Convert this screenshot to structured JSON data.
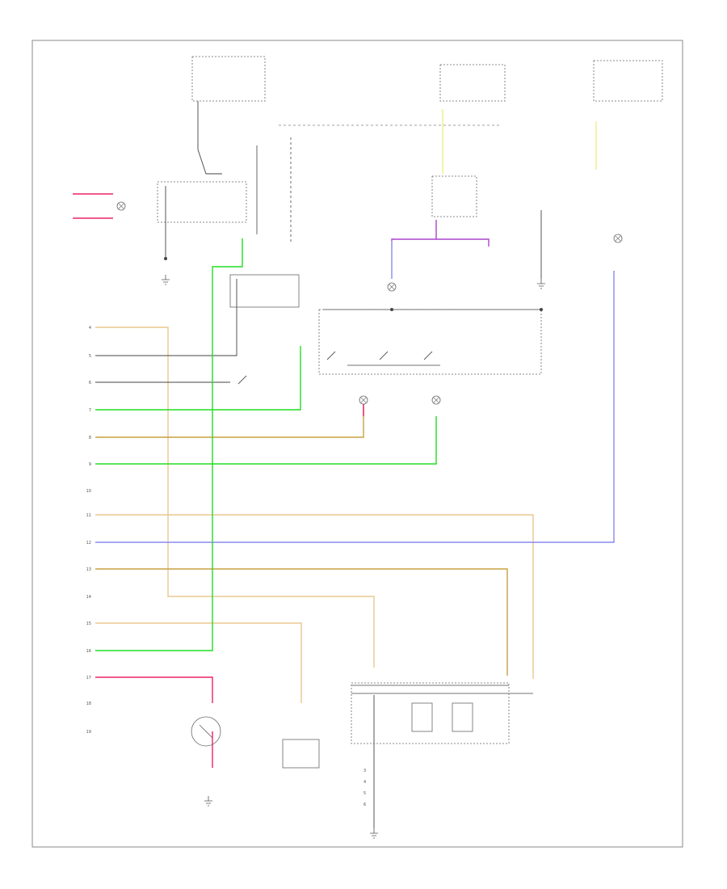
{
  "diagram": {
    "wire_colors": {
      "wire": "#444444",
      "green": "#22dd22",
      "tan": "#e8c890",
      "red": "#ee2266",
      "blue": "#8888ee",
      "purple": "#aa44cc",
      "olive": "#c8a040",
      "yellow": "#eeee88"
    },
    "left_connector_pin_labels": [
      "4",
      "5",
      "6",
      "7",
      "8",
      "9",
      "10",
      "11",
      "12",
      "13",
      "14",
      "15",
      "16",
      "17",
      "18",
      "19"
    ],
    "fuse_labels": [
      "3",
      "4",
      "5",
      "6"
    ]
  }
}
